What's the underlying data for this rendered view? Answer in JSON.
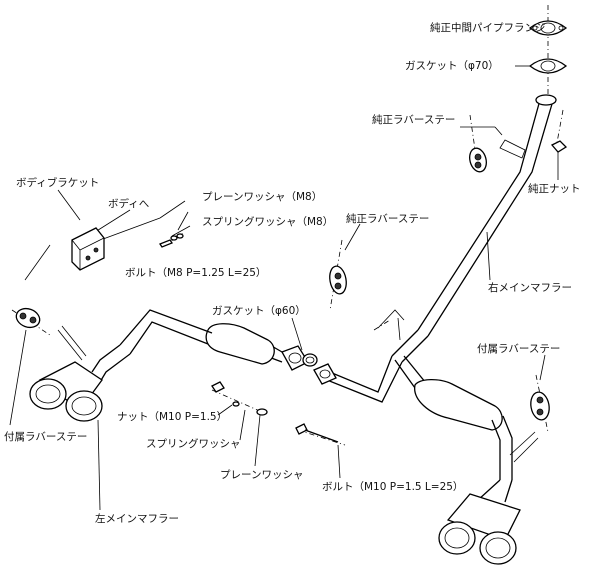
{
  "diagram": {
    "labels": {
      "mid_pipe_flange": "純正中間パイプフランジ",
      "gasket_70": "ガスケット（φ70）",
      "oem_rubber_stay_top": "純正ラバーステー",
      "oem_nut": "純正ナット",
      "body_bracket": "ボディブラケット",
      "to_body": "ボディへ",
      "plain_washer_m8": "プレーンワッシャ（M8）",
      "spring_washer_m8": "スプリングワッシャ（M8）",
      "bolt_m8": "ボルト（M8 P=1.25 L=25）",
      "oem_rubber_stay_mid": "純正ラバーステー",
      "right_main_muffler": "右メインマフラー",
      "gasket_60": "ガスケット（φ60）",
      "supplied_rubber_stay_right": "付属ラバーステー",
      "nut_m10": "ナット（M10 P=1.5）",
      "supplied_rubber_stay_left": "付属ラバーステー",
      "spring_washer": "スプリングワッシャ",
      "plain_washer": "プレーンワッシャ",
      "bolt_m10": "ボルト（M10 P=1.5 L=25）",
      "left_main_muffler": "左メインマフラー"
    }
  }
}
